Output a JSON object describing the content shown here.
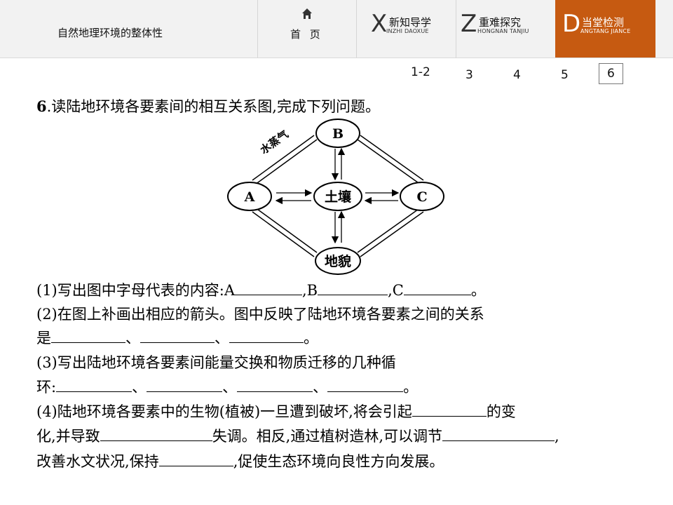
{
  "header": {
    "title": "自然地理环境的整体性",
    "home_label": "首 页",
    "sections": [
      {
        "letter": "X",
        "cn": "新知导学",
        "en": "INZHI DAOXUE"
      },
      {
        "letter": "Z",
        "cn": "重难探究",
        "en": "HONGNAN TANJIU"
      },
      {
        "letter": "D",
        "cn": "当堂检测",
        "en": "ANGTANG JIANCE"
      }
    ],
    "active_color": "#c65a11"
  },
  "pager": {
    "pages": [
      "1-2",
      "3",
      "4",
      "5",
      "6"
    ],
    "current": "6"
  },
  "question": {
    "number": "6",
    "stem": ".读陆地环境各要素间的相互关系图,完成下列问题。",
    "diagram": {
      "nodes": {
        "top": "B",
        "left": "A",
        "center": "土壤",
        "right": "C",
        "bottom": "地貌"
      },
      "edge_label": "水蒸气"
    },
    "p1": {
      "a": "(1)写出图中字母代表的内容:A",
      "b": ",B",
      "c": ",C",
      "end": "。"
    },
    "p2": {
      "line1": "(2)在图上补画出相应的箭头。图中反映了陆地环境各要素之间的关系",
      "lead": "是",
      "sep": "、",
      "end": "。"
    },
    "p3": {
      "line1": "(3)写出陆地环境各要素间能量交换和物质迁移的几种循",
      "lead": "环:",
      "sep": "、",
      "end": "。"
    },
    "p4": {
      "a": "(4)陆地环境各要素中的生物(植被)一旦遭到破坏,将会引起",
      "b": "的变",
      "c": "化,并导致",
      "d": "失调。相反,通过植树造林,可以调节",
      "e": ",",
      "f": "改善水文状况,保持",
      "g": ",促使生态环境向良性方向发展。"
    }
  }
}
